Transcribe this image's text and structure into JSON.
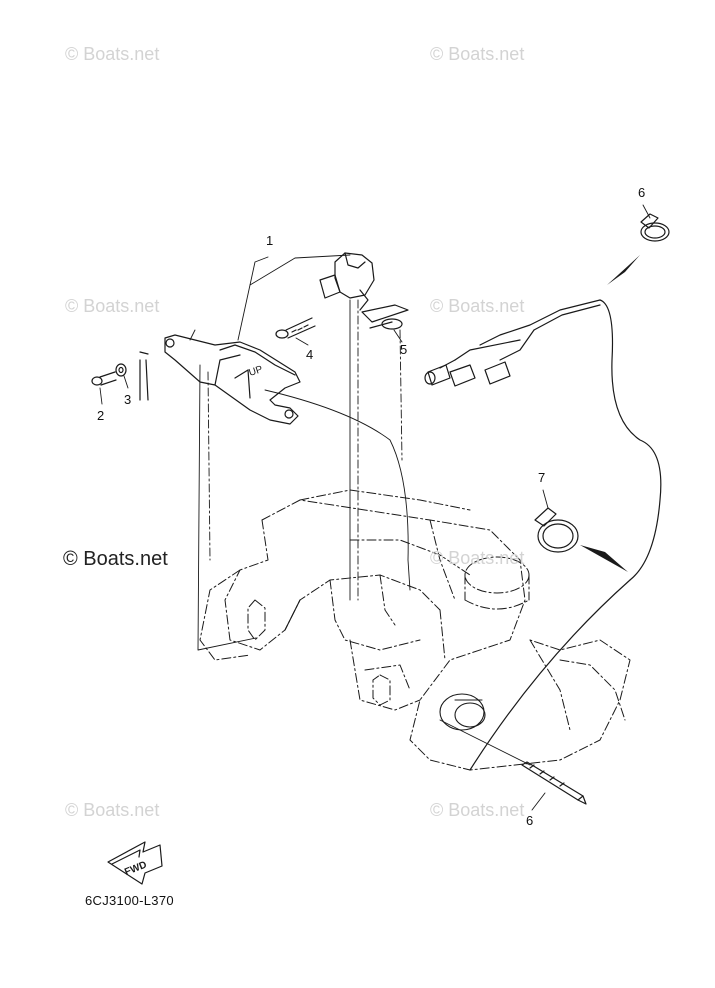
{
  "watermarks": {
    "text": "© Boats.net",
    "bold_text": "© Boats.net"
  },
  "callouts": [
    "1",
    "2",
    "3",
    "4",
    "5",
    "6",
    "6",
    "7"
  ],
  "diagram_code": "6CJ3100-L370",
  "fwd_label": "FWD",
  "up_label": "UP",
  "colors": {
    "line": "#1a1a1a",
    "watermark": "#d3d3d3"
  }
}
